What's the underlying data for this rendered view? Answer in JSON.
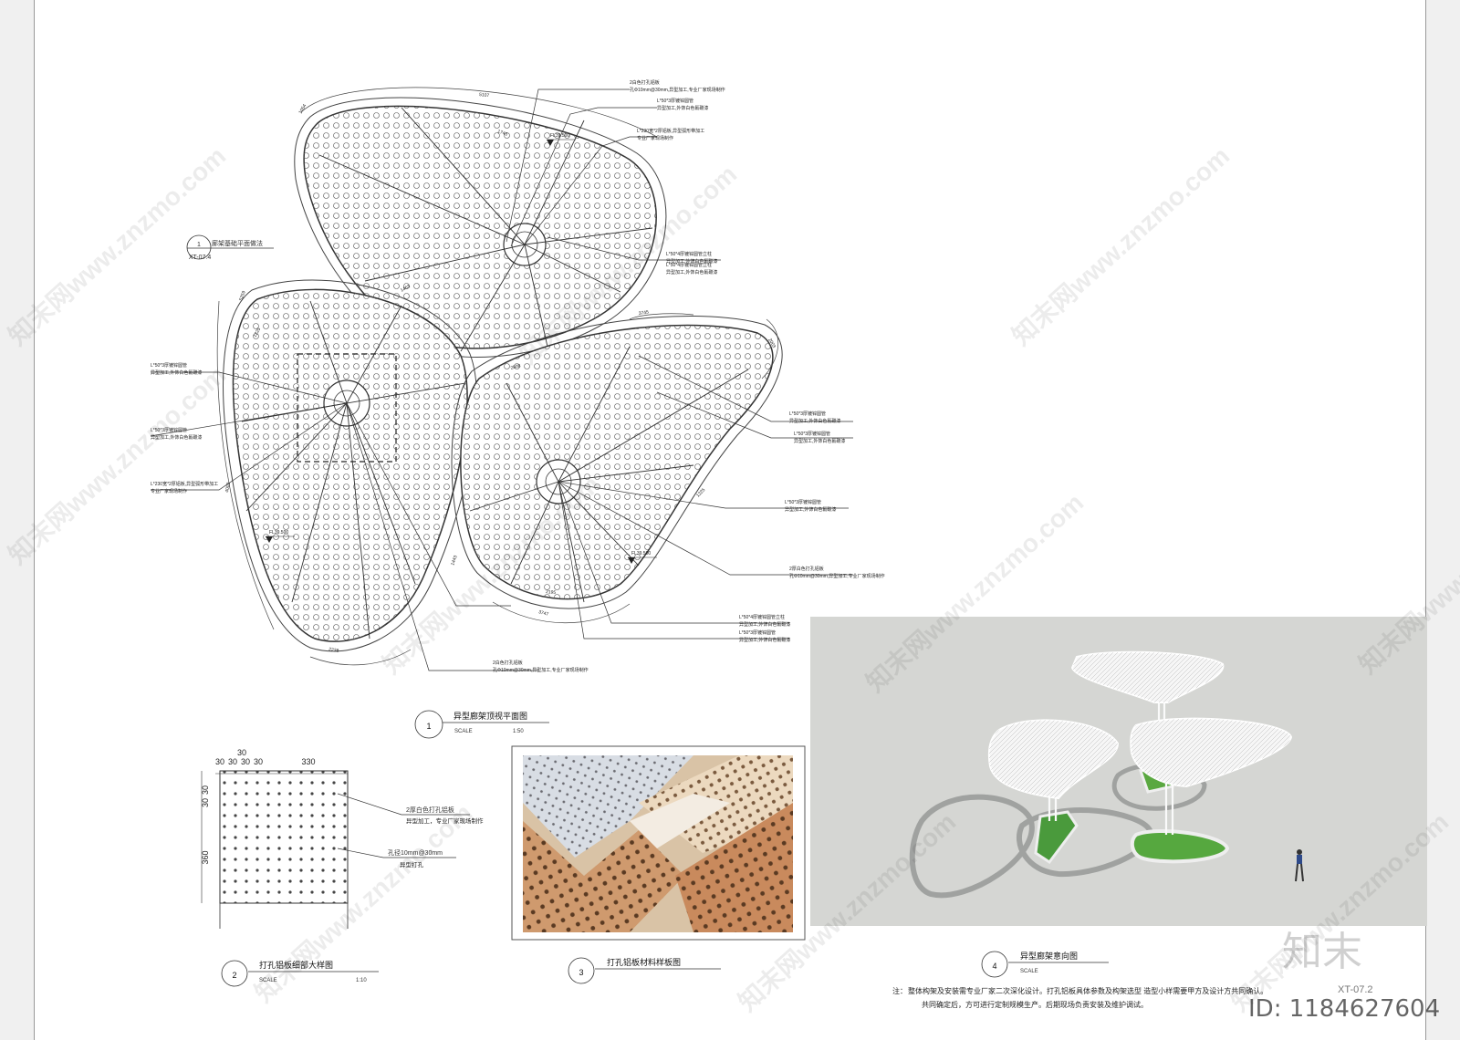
{
  "drawing": {
    "sheet_code": "XT-07.2",
    "callout_ref": {
      "number": "1",
      "sheet": "XT-07.4",
      "label": "廊架基础平面做法"
    },
    "elevations": [
      "FL39.500",
      "FL39.500",
      "FL39.500"
    ],
    "dimensions": [
      "5107",
      "1054",
      "1743",
      "5259",
      "3745",
      "2238",
      "3747",
      "4002",
      "1443",
      "2808",
      "2003",
      "1225",
      "1225",
      "1463",
      "2195"
    ],
    "plan_annotations": [
      {
        "text": "2白色打孔铝板",
        "sub": "孔Φ10mm@30mm,异型加工,专业厂家现场制作"
      },
      {
        "text": "L*50*3厚镀锌圆管",
        "sub": "异型加工,外饰白色氟碳漆"
      },
      {
        "text": "L*230宽*2厚铝板,异型弧形带加工",
        "sub": "专业厂家现场制作"
      },
      {
        "text": "L*50*4厚镀锌圆管立柱",
        "sub": "异型加工,外饰白色氟碳漆"
      },
      {
        "text": "L*50*4厚镀锌圆管立柱",
        "sub": "异型加工,外饰白色氟碳漆"
      },
      {
        "text": "L*50*3厚镀锌圆管",
        "sub": "异型加工,外饰白色氟碳漆"
      },
      {
        "text": "L*50*3厚镀锌圆管",
        "sub": "异型加工,外饰白色氟碳漆"
      },
      {
        "text": "L*230宽*2厚铝板,异型弧形带加工",
        "sub": "专业厂家现场制作"
      },
      {
        "text": "L*50*3厚镀锌圆管",
        "sub": "异型加工,外饰白色氟碳漆"
      },
      {
        "text": "L*50*3厚镀锌圆管",
        "sub": "异型加工,外饰白色氟碳漆"
      },
      {
        "text": "2厚白色打孔铝板",
        "sub": "孔Φ10mm@30mm,异型加工,专业厂家现场制作"
      },
      {
        "text": "L*50*3厚镀锌圆管",
        "sub": "异型加工,外饰白色氟碳漆"
      },
      {
        "text": "L*50*4厚镀锌圆管立柱",
        "sub": "异型加工,外饰白色氟碳漆"
      },
      {
        "text": "L*50*3厚镀锌圆管",
        "sub": "异型加工,外饰白色氟碳漆"
      },
      {
        "text": "2白色打孔铝板",
        "sub": "孔Φ10mm@30mm,异型加工,专业厂家现场制作"
      }
    ],
    "figure1": {
      "number": "1",
      "title": "异型廊架顶视平面图",
      "scale_label": "SCALE",
      "scale": "1:50"
    },
    "figure2": {
      "number": "2",
      "title": "打孔铝板细部大样图",
      "scale_label": "SCALE",
      "scale": "1:10",
      "dims_top": [
        "30",
        "30",
        "30",
        "30",
        "30",
        "330"
      ],
      "dims_left": [
        "30",
        "30",
        "360"
      ],
      "note1": "2厚白色打孔铝板",
      "note1_sub": "异型加工，专业厂家现场制作",
      "note2": "孔径10mm@30mm",
      "note2_sub": "异型打孔"
    },
    "figure3": {
      "number": "3",
      "title": "打孔铝板材料样板图"
    },
    "figure4": {
      "number": "4",
      "title": "异型廊架意向图",
      "scale_label": "SCALE"
    },
    "notes_prefix": "注：",
    "notes_line1": "整体构架及安装需专业厂家二次深化设计。打孔铝板具体参数及构架选型 造型小样需要甲方及设计方共同确认。",
    "notes_line2": "共同确定后，方可进行定制规模生产。后期现场负责安装及维护调试。"
  },
  "watermark": {
    "text": "知末网www.znzmo.com",
    "brand": "知末",
    "id": "ID: 1184627604"
  }
}
